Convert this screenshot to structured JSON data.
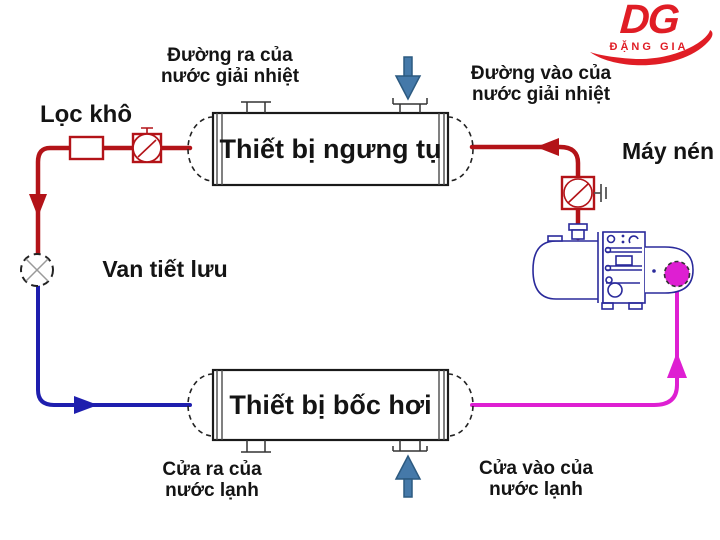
{
  "labels": {
    "cooling_water_outlet": "Đường ra của\nnước giải nhiệt",
    "cooling_water_inlet": "Đường vào của\nnước giải nhiệt",
    "chilled_water_outlet": "Cửa ra của\nnước lạnh",
    "chilled_water_inlet": "Cửa vào của\nnước lạnh",
    "dry_filter": "Lọc khô",
    "expansion_valve": "Van tiết lưu",
    "compressor": "Máy nén",
    "condenser": "Thiết bị ngưng tụ",
    "evaporator": "Thiết bị bốc hơi"
  },
  "logo": {
    "initials": "DG",
    "name": "ĐẶNG GIA",
    "color": "#e01d25"
  },
  "icons": {
    "water_inlet_arrow": "▼ steel-blue arrow into condenser",
    "water_inlet_arrow_bottom": "▲ steel-blue arrow into evaporator",
    "flow_arrow_liquid": "▼ red flow arrow to expansion valve",
    "flow_arrow_discharge": "◀ red flow arrow to condenser",
    "flow_arrow_cold": "▶ blue flow arrow to evaporator",
    "flow_arrow_suction": "▲ magenta flow arrow to compressor"
  },
  "colors": {
    "hot_line": "#b31318",
    "cold_line": "#1e1eae",
    "discharge_line": "#de1fd2",
    "water_arrow": "#4579a9",
    "equipment": "#2a2a9b",
    "logo_red": "#e01d25"
  }
}
